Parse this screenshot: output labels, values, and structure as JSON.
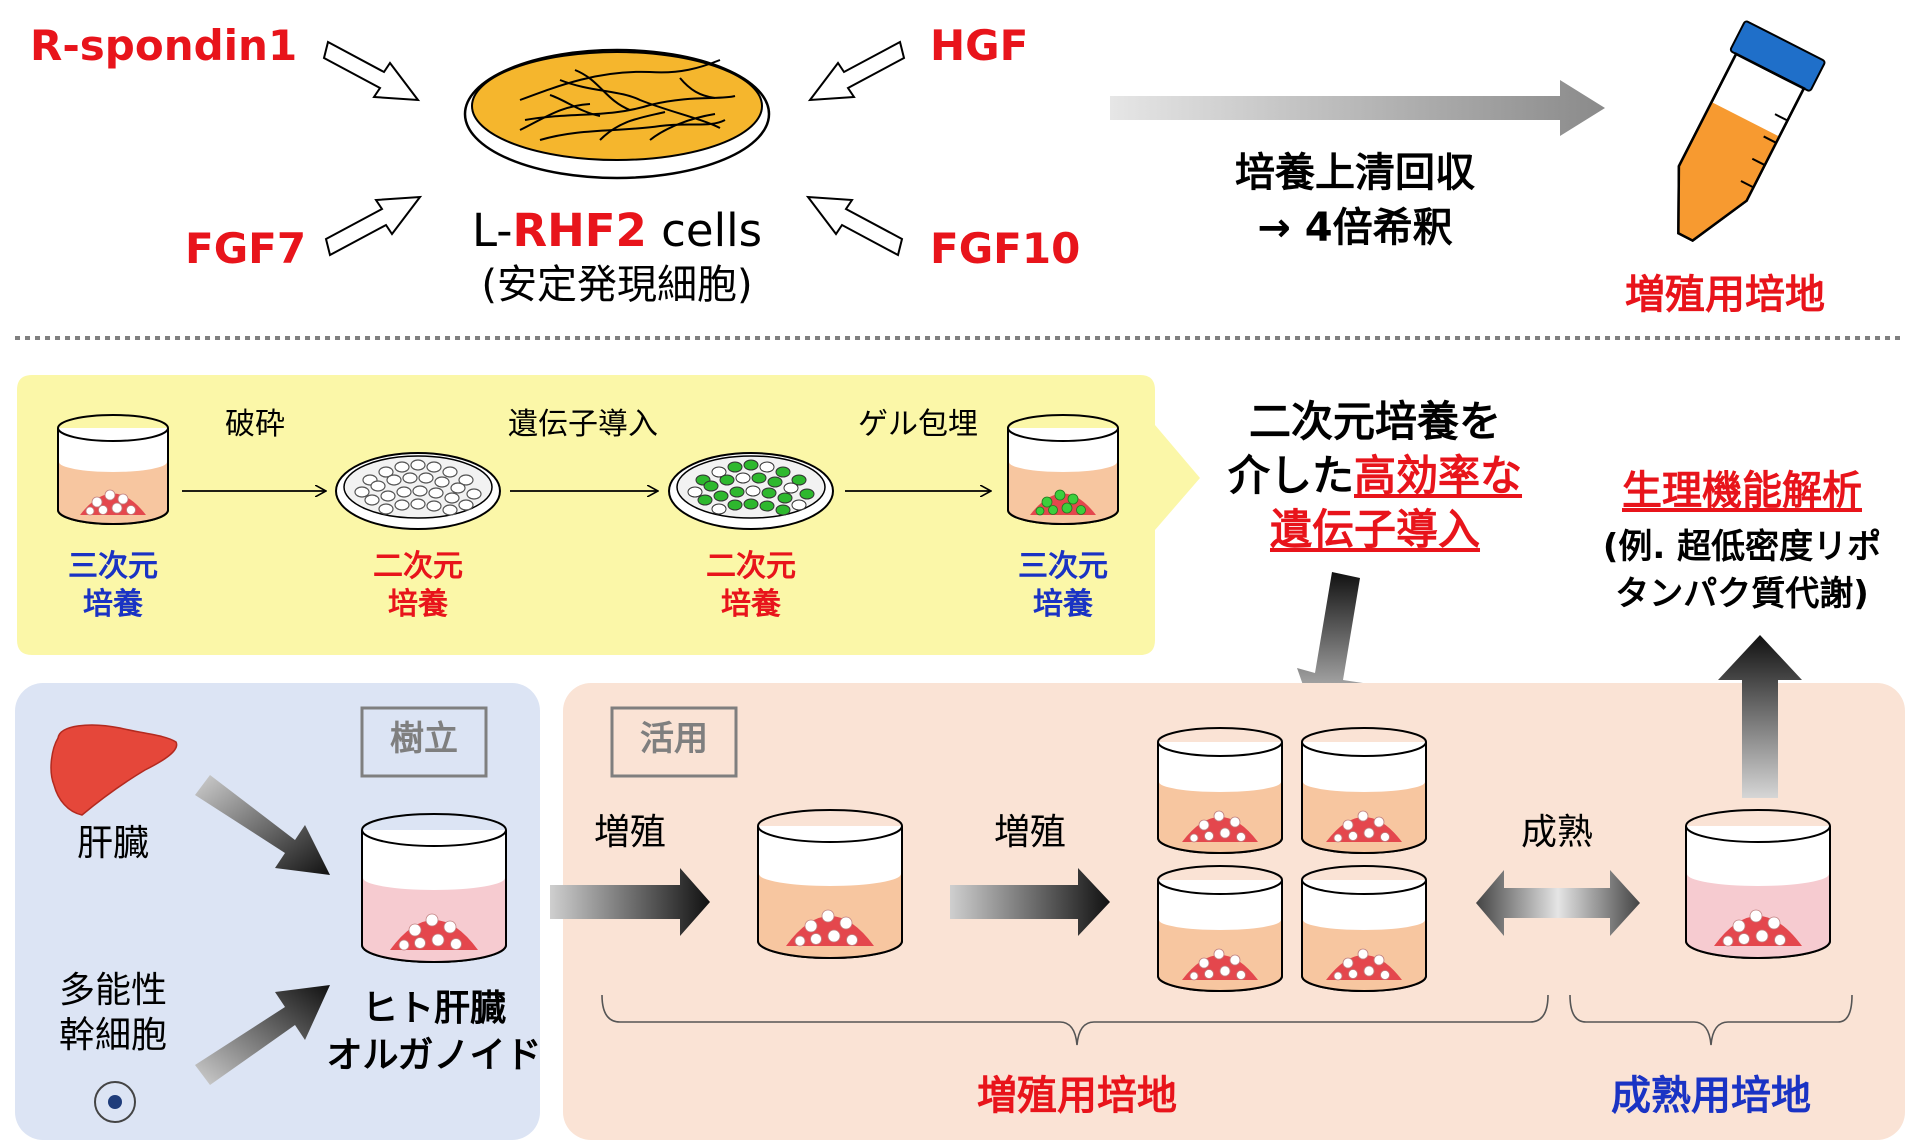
{
  "top": {
    "factors": {
      "r_spondin1": "R-spondin1",
      "hgf": "HGF",
      "fgf7": "FGF7",
      "fgf10": "FGF10"
    },
    "cell_line": {
      "prefix": "L-",
      "highlight": "RHF2",
      "suffix": " cells",
      "subtitle": "(安定発現細胞)"
    },
    "process": {
      "line1": "培養上清回収",
      "line2": "→ 4倍希釈"
    },
    "medium_label": "増殖用培地"
  },
  "transfection": {
    "steps": [
      "破砕",
      "遺伝子導入",
      "ゲル包埋"
    ],
    "stages": [
      {
        "line1": "三次元",
        "line2": "培養",
        "color": "blue"
      },
      {
        "line1": "二次元",
        "line2": "培養",
        "color": "red"
      },
      {
        "line1": "二次元",
        "line2": "培養",
        "color": "red"
      },
      {
        "line1": "三次元",
        "line2": "培養",
        "color": "blue"
      }
    ],
    "callout": {
      "line1": "二次元培養を",
      "line2_plain": "介した",
      "line2_red": "高効率な",
      "line3_red": "遺伝子導入"
    }
  },
  "analysis": {
    "title": "生理機能解析",
    "example_line1": "(例. 超低密度リポ",
    "example_line2": "タンパク質代謝)"
  },
  "establish": {
    "badge": "樹立",
    "liver": "肝臓",
    "stem_line1": "多能性",
    "stem_line2": "幹細胞",
    "organoid_line1": "ヒト肝臓",
    "organoid_line2": "オルガノイド"
  },
  "application": {
    "badge": "活用",
    "arrow1": "増殖",
    "arrow2": "増殖",
    "arrow3": "成熟",
    "medium_expand": "増殖用培地",
    "medium_mature": "成熟用培地"
  },
  "colors": {
    "red": "#e8141b",
    "blue": "#1a33c4",
    "yellow_panel": "#fbf7a8",
    "blue_panel": "#dce4f4",
    "peach_panel": "#fae3d5",
    "dish_orange": "#f7c6a0",
    "dish_pink": "#f6cbd0",
    "organoid_red": "#e4474d",
    "petri_yellow": "#f5b62d",
    "tube_cap": "#1f6fc9",
    "tube_liquid": "#f79a30"
  }
}
